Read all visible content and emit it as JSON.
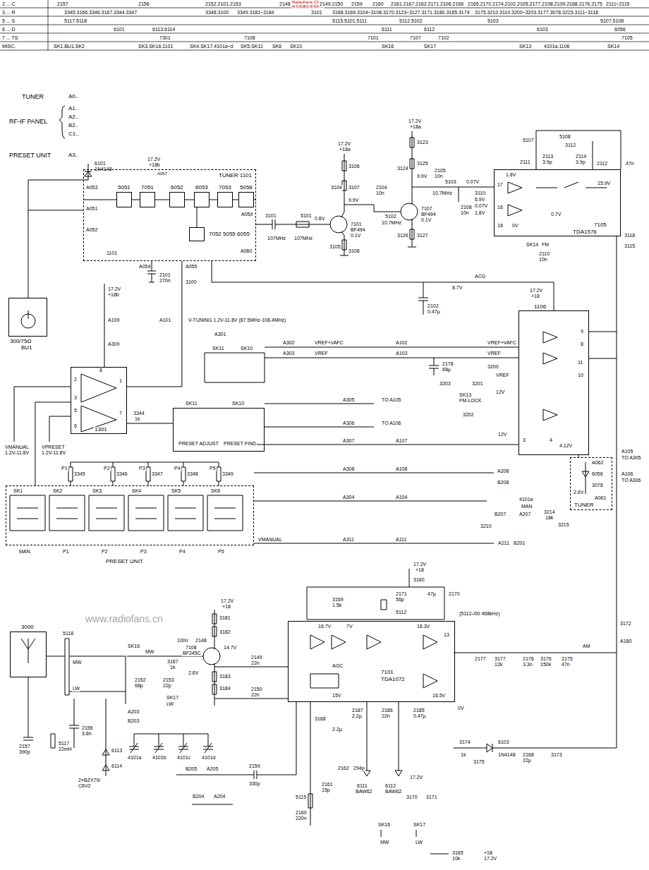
{
  "diagram": {
    "nodes": [
      {
        "text": [
          "TUNER 1101"
        ]
      },
      {
        "text": [
          "5051"
        ],
        "in": 0
      },
      {
        "text": [
          "7051"
        ],
        "in": 0
      },
      {
        "text": [
          "6052"
        ],
        "in": 0
      },
      {
        "text": [
          "6053"
        ],
        "in": 0
      },
      {
        "text": [
          "7053"
        ],
        "in": 0
      },
      {
        "text": [
          "5058"
        ],
        "in": 0
      },
      {
        "text": [
          "7052 5055 6055"
        ],
        "in": 0
      },
      {
        "text": [
          "300/75Ω",
          "BU1"
        ]
      },
      {
        "text": [
          "1301"
        ]
      },
      {
        "text": [
          "PRESET ADJUST",
          "PRESET FIND"
        ]
      },
      {
        "text": [
          "PRESET UNIT"
        ]
      },
      {
        "text": [
          "1106"
        ]
      },
      {
        "text": [
          "7105",
          "TDA1576"
        ]
      },
      {
        "text": [
          "TUNER"
        ]
      },
      {
        "text": [
          "3000"
        ]
      },
      {
        "text": [
          "7101",
          "TDA1072"
        ]
      }
    ],
    "edges": [
      {
        "from": 8,
        "to": 0,
        "arrow": "none"
      },
      {
        "from": 9,
        "to": 0,
        "arrow": "none"
      },
      {
        "from": 10,
        "to": 9,
        "arrow": "none"
      },
      {
        "from": 11,
        "to": 9,
        "arrow": "none"
      },
      {
        "from": 12,
        "to": 14,
        "arrow": "none"
      }
    ],
    "labels": [
      "2 ... C",
      "3 ... R",
      "5 ... S",
      "6 ... D",
      "7 ... TS",
      "MISC.",
      "2157",
      "2156",
      "2152.2101.2153",
      "2148",
      "RadioFans.CN",
      "收音机爱好者资料库",
      "2149.2150",
      "2159",
      "2160",
      "2161.2167.2162.2171.2106.2166",
      "2165.2170.2174.2102.2105.2177.2108.2109.2168.2176.2175",
      "2111÷2115",
      "3345.3166.3346.3167.3344.3347",
      "3348.3100",
      "3349.3181÷3184",
      "3101",
      "3168.3169.3104÷3108.3170.3123÷3127.3171.3180.3165.3174",
      "3175.3210.3110.3200÷3203.3177.3078.3215.3111÷3118",
      "5117.5118",
      "5115.5101.5111",
      "5112.5102",
      "5103",
      "5107.5108",
      "6101",
      "6113.6114",
      "6111",
      "6112",
      "6103",
      "6056",
      "7301",
      "7108",
      "7101",
      "7107",
      "7102",
      "7105",
      "SK1.BU1.SK2",
      "SK3.SK16.1101",
      "SK4.SK17.4101a÷d",
      "SK5.SK11",
      "SK6",
      "SK10",
      "SK16",
      "SK17",
      "SK13",
      "4101a.1106",
      "SK14",
      "TUNER",
      "A0..",
      "RF-IF PANEL",
      "A1..",
      "A2..",
      "B2..",
      "C1..",
      "PRESET UNIT",
      "A3..",
      "6101",
      "1N4148",
      "A053",
      "A051",
      "A052",
      "17.2V",
      "+18b",
      "A057",
      "1101",
      "A059",
      "A060",
      "A054",
      "A055",
      "2101",
      "270n",
      "3100",
      "A101",
      "V-TUNING 1.2V-11.8V (87.5MHz-108.4MHz)",
      "17.2V",
      "+18b",
      "A109",
      "A309",
      "A301",
      "3101",
      "107MHz",
      "5101",
      "107MHz",
      "0.8V",
      "7101",
      "BF494",
      "0.1V",
      "17.2V",
      "+18a",
      "3106",
      "3104",
      "3107",
      "9.9V",
      "2104",
      "10n",
      "3105",
      "3108",
      "5102",
      "10.7MHz",
      "17.2V",
      "+18a",
      "3123",
      "3124",
      "3125",
      "9.9V",
      "2105",
      "10n",
      "7107",
      "BF494",
      "0.1V",
      "3126",
      "3127",
      "5103",
      "10.7MHz",
      "2108",
      "10n",
      "0.07V",
      "3110",
      "6.9V",
      "0.07V",
      "1.8V",
      "1.8V",
      "17",
      "16",
      "18",
      "0V",
      "0.7V",
      "15.9V",
      "SK14",
      "FM",
      "2110",
      "10n",
      "3118",
      "3115",
      "5108",
      "3112",
      "2113",
      "3.9p",
      "2114",
      "3.9p",
      "5107",
      "2111",
      "2112",
      "47n",
      "ACG",
      "8.7V",
      "2102",
      "0.47µ",
      "VREF+VAFC",
      "A302",
      "A102",
      "VREF",
      "A303",
      "A103",
      "2178",
      "68µ",
      "VREF+VAFC",
      "VREF",
      "3200",
      "3203",
      "3201",
      "VREF",
      "12V",
      "SK13",
      "FM-LOCK",
      "3202",
      "12V",
      "A305",
      "TO A105",
      "A306",
      "TO A106",
      "A307",
      "A107",
      "A308",
      "A108",
      "A304",
      "A104",
      "A311",
      "A111",
      "VMANUAL",
      "17.2V",
      "+18",
      "4.12V",
      "9",
      "8",
      "11",
      "10",
      "3",
      "4",
      "A062",
      "6056",
      "3078",
      "2.6V",
      "A061",
      "A105",
      "TO A305",
      "A106",
      "TO A306",
      "A208",
      "B208",
      "4101a",
      "MAN",
      "B207",
      "A207",
      "3214",
      "18k",
      "3215",
      "3210",
      "A211",
      "B201",
      "8",
      "2",
      "3",
      "5",
      "6",
      "1",
      "7",
      "3344",
      "1k",
      "SK11",
      "SK10",
      "SK11",
      "SK10",
      "VMANUAL",
      "1.2V-11.8V",
      "VPRESET",
      "1.2V-11.8V",
      "P1",
      "3345",
      "P2",
      "3346",
      "P3",
      "3347",
      "P4",
      "3348",
      "P5",
      "3349",
      "SK1",
      "SK2",
      "SK3",
      "SK4",
      "SK5",
      "SK6",
      "MAN.",
      "P1",
      "P2",
      "P3",
      "P4",
      "P5",
      "www.radiofans.cn",
      "5118",
      "MW",
      "LW",
      "2157",
      "390p",
      "5117",
      "22mH",
      "2156",
      "3.8n",
      "6113",
      "6114",
      "2×BZX79/ C6V2",
      "2152",
      "68p",
      "2153",
      "22p",
      "SK16",
      "MW",
      "SK17",
      "LW",
      "A203",
      "B203",
      "4101a",
      "4101b",
      "4101c",
      "4101d",
      "B205",
      "A205",
      "2159",
      "330p",
      "B204",
      "A204",
      "100n",
      "2148",
      "17.2V",
      "+18",
      "3181",
      "3182",
      "7108",
      "BF245C",
      "3167",
      "1k",
      "2.6V",
      "14.7V",
      "3183",
      "3184",
      "2149",
      "22n",
      "2150",
      "22n",
      "17.2V",
      "+18",
      "3160",
      "47µ",
      "2170",
      "3169",
      "1.5k",
      "2171",
      "56p",
      "5112",
      "(5112-/00 468kHz)",
      "16.7V",
      "7V",
      "AGC",
      "16.3V",
      "13",
      "15V",
      "2187",
      "2.2µ",
      "2186",
      "22n",
      "2185",
      "0.47µ",
      "16.5V",
      "0V",
      "3168",
      "2.2µ",
      "2162",
      "294p",
      "2161",
      "15p",
      "5115",
      "2160",
      "220n",
      "6111",
      "BAW62",
      "6112",
      "BAW62",
      "17.2V",
      "3170",
      "3171",
      "SK16",
      "MW",
      "SK17",
      "LW",
      "3165",
      "10k",
      "+18",
      "17.2V",
      "3177",
      "12k",
      "2177",
      "2176",
      "3.3n",
      "3176",
      "150k",
      "2175",
      "47n",
      "AM",
      "3172",
      "A180",
      "3174",
      "1k",
      "3175",
      "6103",
      "1N4148",
      "2168",
      "22µ",
      "3173"
    ]
  }
}
